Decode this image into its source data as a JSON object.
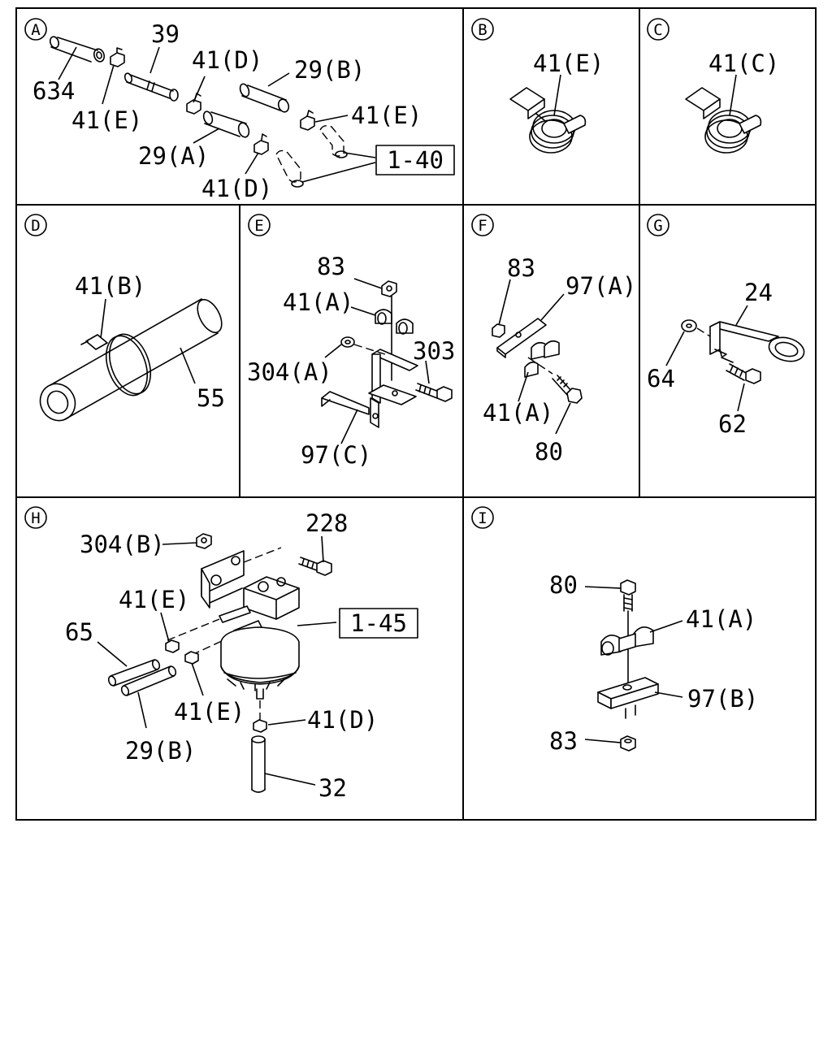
{
  "panels": {
    "A": {
      "letter": "A",
      "labels": {
        "p634": "634",
        "p41e_1": "41(E)",
        "p39": "39",
        "p41d_1": "41(D)",
        "p29a": "29(A)",
        "p41d_2": "41(D)",
        "p29b": "29(B)",
        "p41e_2": "41(E)",
        "ref": "1-40"
      }
    },
    "B": {
      "letter": "B",
      "labels": {
        "p41e": "41(E)"
      }
    },
    "C": {
      "letter": "C",
      "labels": {
        "p41c": "41(C)"
      }
    },
    "D": {
      "letter": "D",
      "labels": {
        "p41b": "41(B)",
        "p55": "55"
      }
    },
    "E": {
      "letter": "E",
      "labels": {
        "p83": "83",
        "p41a": "41(A)",
        "p304a": "304(A)",
        "p303": "303",
        "p97c": "97(C)"
      }
    },
    "F": {
      "letter": "F",
      "labels": {
        "p83": "83",
        "p97a": "97(A)",
        "p41a": "41(A)",
        "p80": "80"
      }
    },
    "G": {
      "letter": "G",
      "labels": {
        "p24": "24",
        "p64": "64",
        "p62": "62"
      }
    },
    "H": {
      "letter": "H",
      "labels": {
        "p304b": "304(B)",
        "p228": "228",
        "p41e_1": "41(E)",
        "p65": "65",
        "p41e_2": "41(E)",
        "p29b": "29(B)",
        "p41d": "41(D)",
        "p32": "32",
        "ref": "1-45"
      }
    },
    "I": {
      "letter": "I",
      "labels": {
        "p80": "80",
        "p41a": "41(A)",
        "p97b": "97(B)",
        "p83": "83"
      }
    }
  }
}
